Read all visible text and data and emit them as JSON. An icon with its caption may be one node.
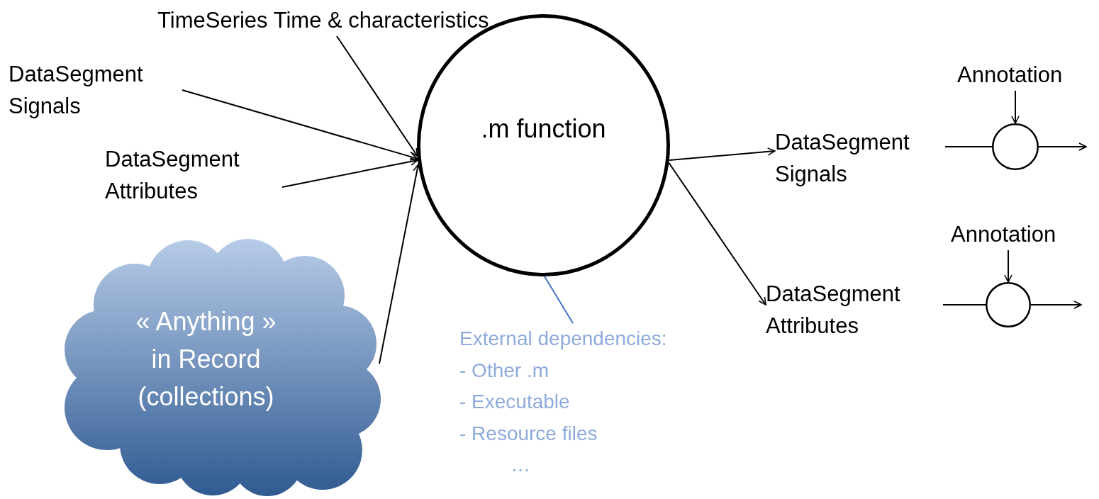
{
  "diagram": {
    "nodes": [
      {
        "text": [
          "TimeSeries Time & characteristics"
        ]
      },
      {
        "text": [
          "DataSegment Signals"
        ]
      },
      {
        "text": [
          "DataSegment Attributes"
        ]
      },
      {
        "text": [
          "« Anything » in Record (collections)"
        ]
      },
      {
        "text": [
          ".m function"
        ]
      },
      {
        "text": [
          "External dependencies:",
          "- Other .m",
          "- Executable",
          "- Resource files",
          "…"
        ]
      },
      {
        "text": [
          "DataSegment Signals"
        ]
      },
      {
        "text": [
          "Annotation"
        ]
      },
      {
        "text": [],
        "shape": "circle"
      },
      {
        "text": [
          "DataSegment Attributes"
        ]
      },
      {
        "text": [
          "Annotation"
        ]
      },
      {
        "text": [],
        "shape": "circle"
      }
    ],
    "edges": [
      {
        "from": 0,
        "to": 4,
        "arrow": "to"
      },
      {
        "from": 1,
        "to": 4,
        "arrow": "to"
      },
      {
        "from": 2,
        "to": 4,
        "arrow": "to"
      },
      {
        "from": 3,
        "to": 4,
        "arrow": "to"
      },
      {
        "from": 4,
        "to": 6,
        "arrow": "to"
      },
      {
        "from": 4,
        "to": 9,
        "arrow": "to"
      },
      {
        "from": 5,
        "to": 4,
        "arrow": "none",
        "color": "#4472c4"
      },
      {
        "from": 6,
        "to": 8,
        "arrow": "none"
      },
      {
        "from": 7,
        "to": 8,
        "arrow": "to"
      },
      {
        "from": 8,
        "to": null,
        "arrow": "to"
      },
      {
        "from": 9,
        "to": 11,
        "arrow": "none"
      },
      {
        "from": 10,
        "to": 11,
        "arrow": "to"
      },
      {
        "from": 11,
        "to": null,
        "arrow": "to"
      }
    ]
  }
}
